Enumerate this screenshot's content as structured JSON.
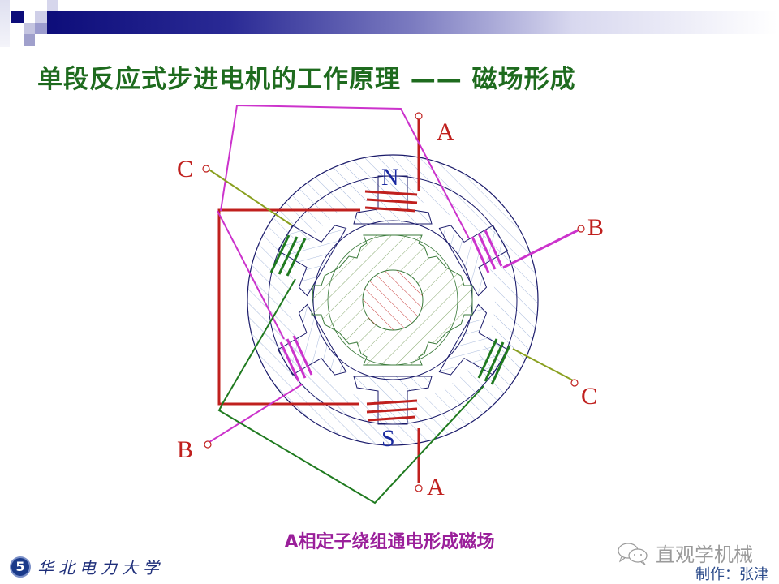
{
  "title": "单段反应式步进电机的工作原理 —— 磁场形成",
  "caption": "A相定子绕组通电形成磁场",
  "diagram": {
    "terminals": {
      "a_top": "A",
      "a_bottom": "A",
      "b_right": "B",
      "b_left": "B",
      "c_left": "C",
      "c_right": "C"
    },
    "poles": {
      "north": "N",
      "south": "S"
    },
    "colors": {
      "phase_a": "#c0201e",
      "phase_b": "#cc33cc",
      "phase_c": "#1f7a1f",
      "phase_c_lead": "#8aa020",
      "stator_outline": "#1a1a6a",
      "stator_hatch": "#9db0d8",
      "rotor_outline": "#3a7a3a",
      "rotor_hatch": "#7aa060",
      "shaft_hatch": "#c0201e",
      "pole_label": "#1a2aa0"
    }
  },
  "footer": {
    "university_logo": "5",
    "university_name": "华北电力大学",
    "wechat_account": "直观学机械",
    "author": "制作：张津"
  },
  "colors": {
    "title": "#1e6b1e",
    "caption": "#9a1f9a",
    "header_bar": "#0d0d7a"
  }
}
